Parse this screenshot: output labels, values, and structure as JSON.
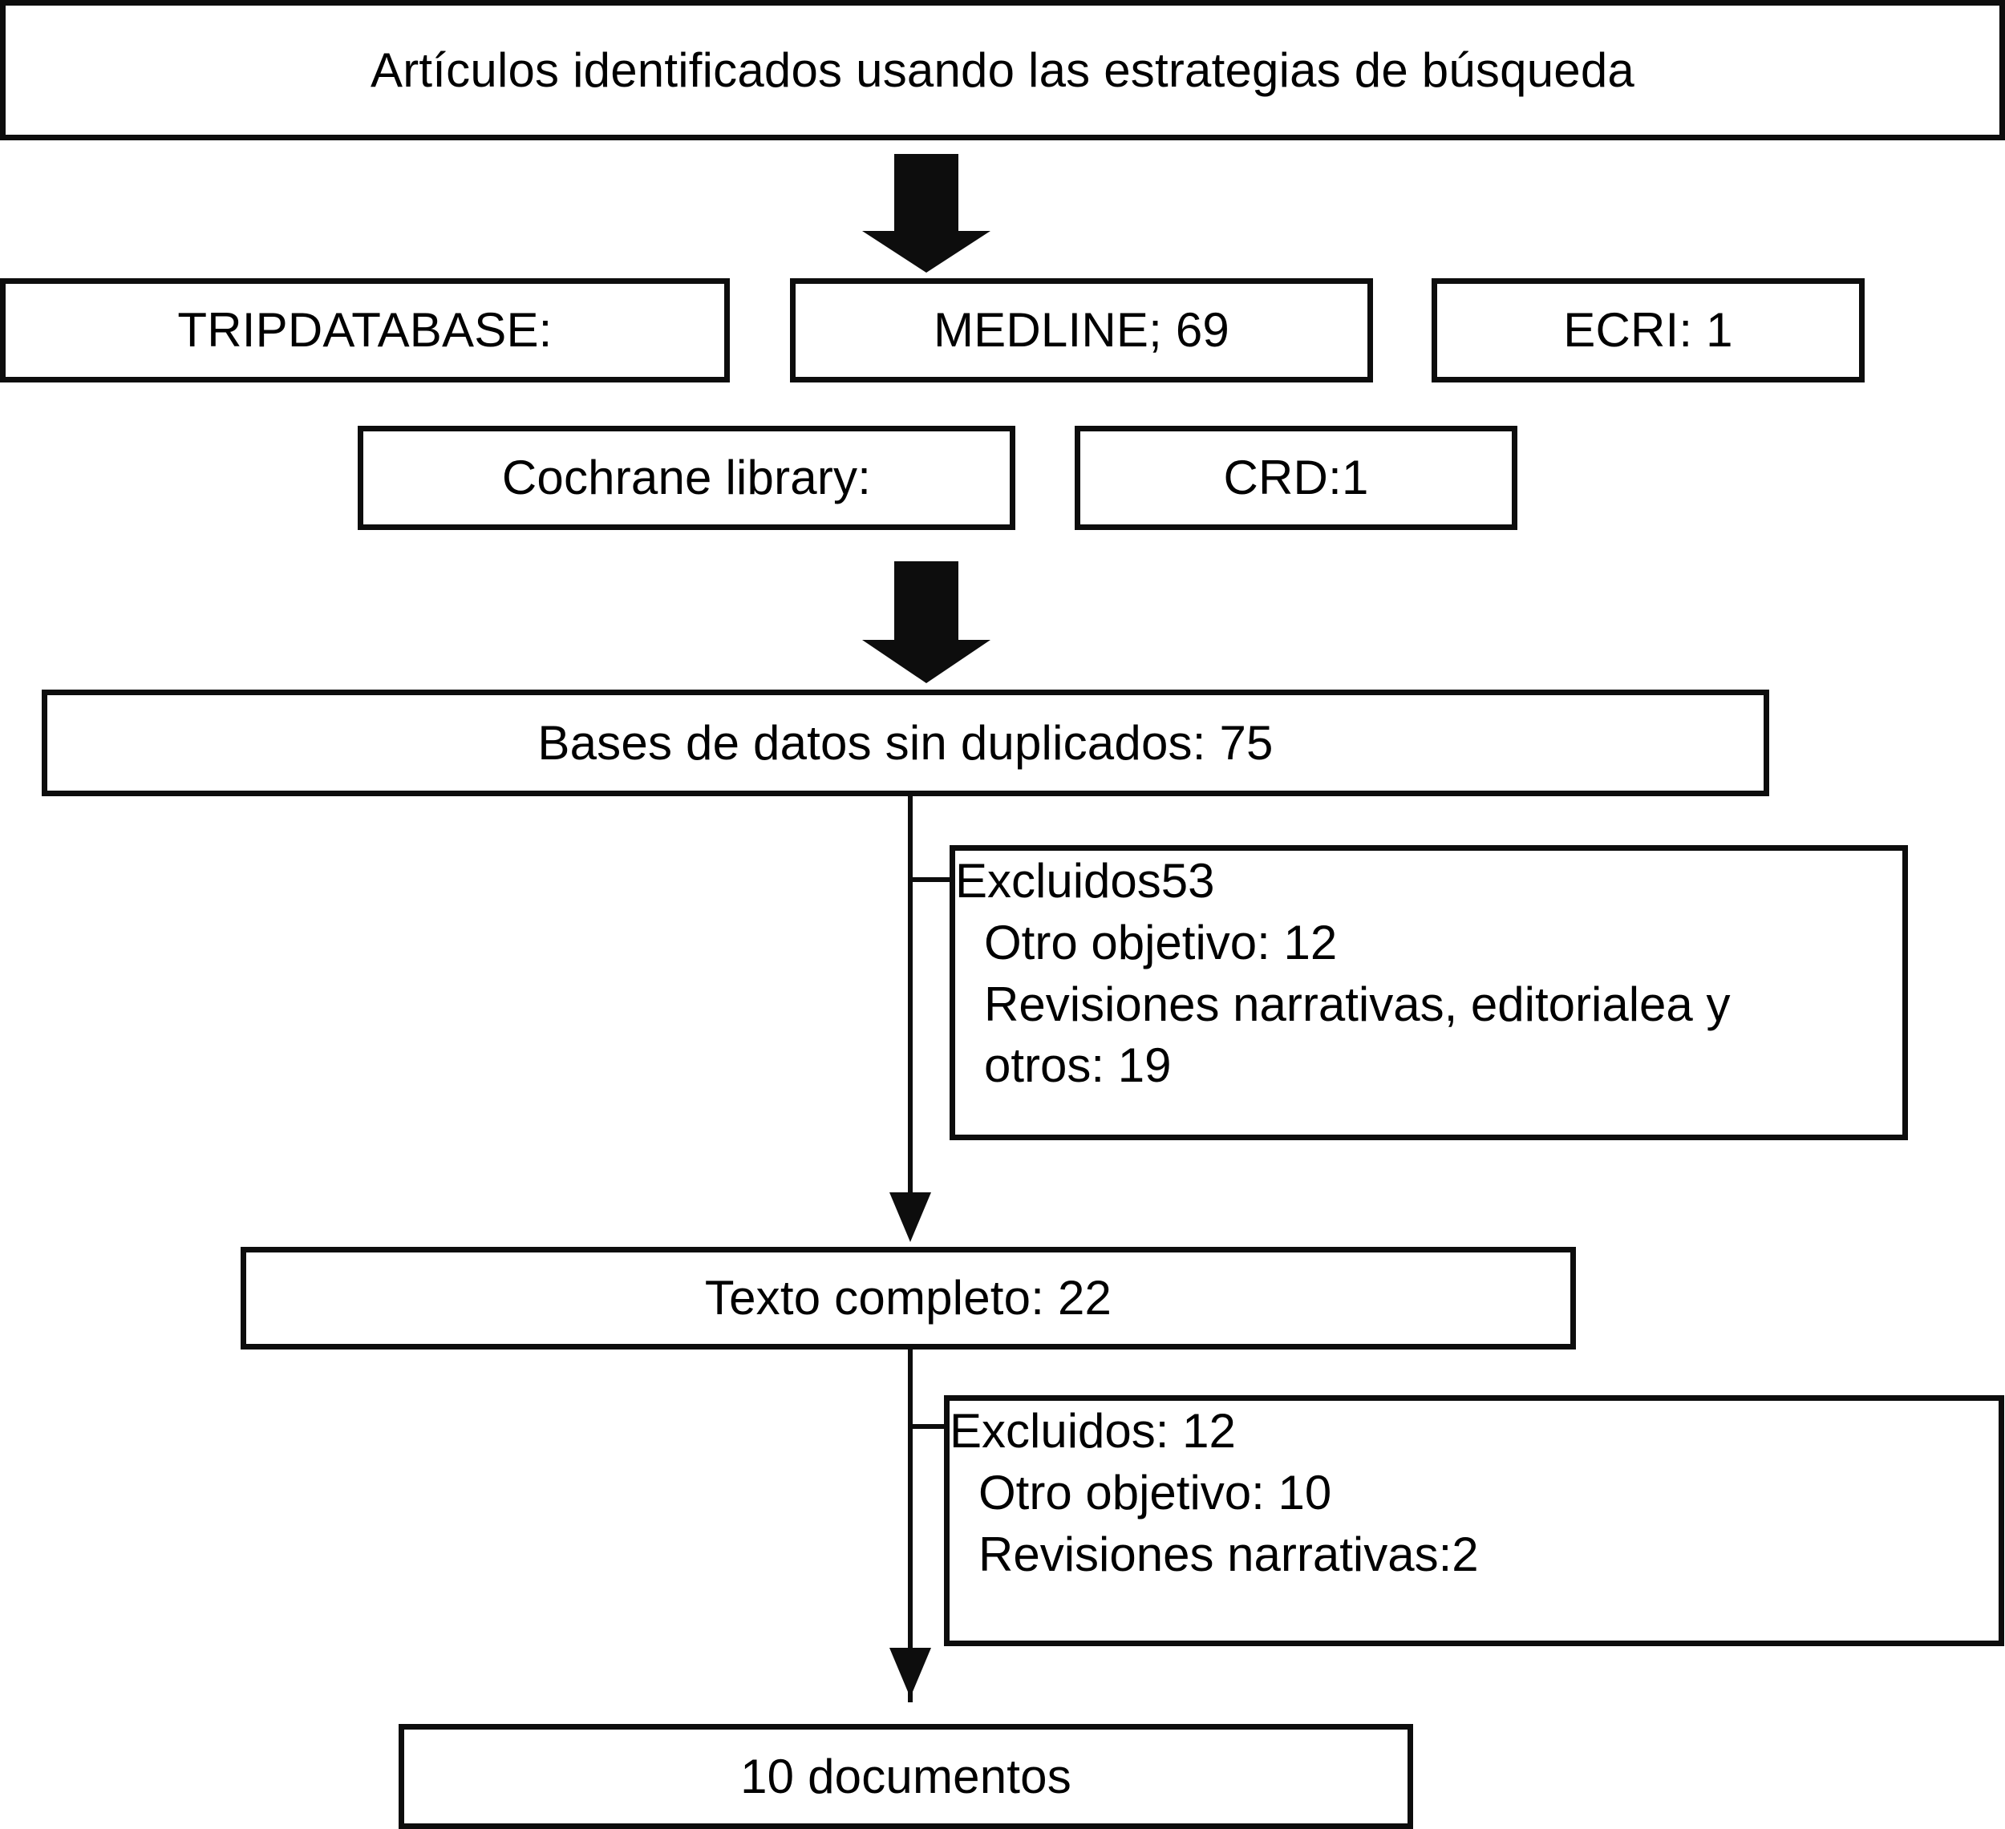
{
  "diagram": {
    "title": "Artículos identificados usando las estrategias de búsqueda",
    "type": "prisma-flow-diagram",
    "language": "es",
    "colors": {
      "stroke": "#0d0d0d",
      "fill": "#ffffff",
      "text": "#000000"
    },
    "nodes": {
      "identificados": {
        "text": "Artículos identificados usando las estrategias de búsqueda"
      },
      "tripdatabase": {
        "text": "TRIPDATABASE:"
      },
      "medline": {
        "text": "MEDLINE; 69"
      },
      "ecri": {
        "text": "ECRI: 1"
      },
      "cochrane": {
        "text": "Cochrane library:"
      },
      "crd": {
        "text": "CRD:1"
      },
      "bases": {
        "text": "Bases de datos sin duplicados: 75"
      },
      "excluidos_1": {
        "line1": "Excluidos53",
        "line2": "Otro objetivo: 12",
        "line3": "Revisiones narrativas, editorialea y",
        "line4": "otros: 19"
      },
      "texto_completo": {
        "text": "Texto completo: 22"
      },
      "excluidos_2": {
        "line1": "Excluidos: 12",
        "line2": "Otro objetivo: 10",
        "line3": "Revisiones narrativas:2"
      },
      "documentos": {
        "text": "10 documentos"
      }
    },
    "connectors": [
      {
        "name": "identificados-to-databases",
        "style": "block-arrow-down"
      },
      {
        "name": "databases-to-bases",
        "style": "block-arrow-down"
      },
      {
        "name": "bases-to-texto",
        "style": "line-arrow-down"
      },
      {
        "name": "bases-to-excluidos-1",
        "style": "line-branch-right"
      },
      {
        "name": "texto-to-documentos",
        "style": "line-arrow-down"
      },
      {
        "name": "texto-to-excluidos-2",
        "style": "line-branch-right"
      }
    ]
  }
}
